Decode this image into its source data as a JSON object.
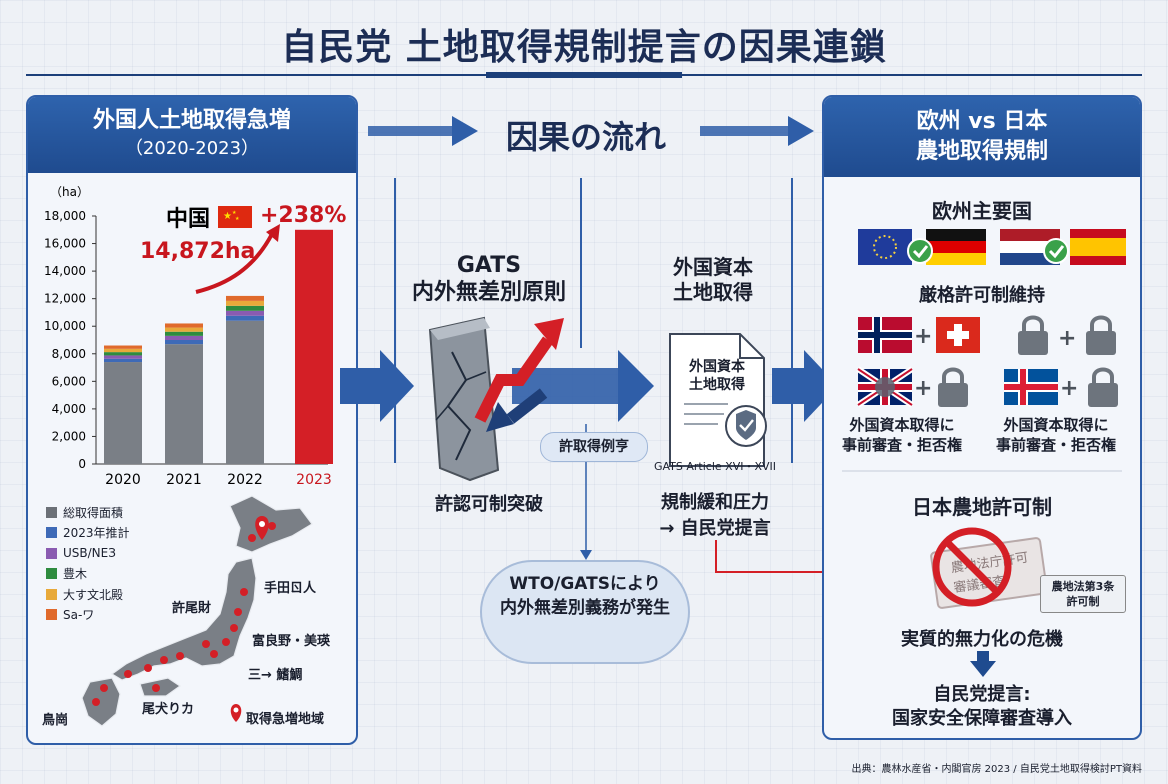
{
  "title": "自民党 土地取得規制提言の因果連鎖",
  "left_panel": {
    "title": "外国人土地取得急増",
    "subtitle": "（2020-2023）",
    "unit": "（ha）",
    "china_label": "中国",
    "china_value": "14,872ha",
    "growth": "+238%",
    "legend": [
      {
        "label": "総取得面積",
        "color": "#6b7077"
      },
      {
        "label": "2023年推計",
        "color": "#3e6ab7"
      },
      {
        "label": "USB/NEЗ",
        "color": "#8a5bb1"
      },
      {
        "label": "豊木",
        "color": "#2e8b3f"
      },
      {
        "label": "大す文北殿",
        "color": "#e8a93a"
      },
      {
        "label": "Sа-ワ",
        "color": "#e06a2c"
      }
    ],
    "map_labels": {
      "north": "手田ㄖ人",
      "left_mid": "許尾財",
      "furano": "富良野・美瑛",
      "niseko": "三→ 鰭鯛",
      "south_mid": "尾犬りカ",
      "southwest": "鳥崗",
      "legend": "取得急増地域"
    }
  },
  "chart_data": {
    "type": "bar",
    "categories": [
      "2020",
      "2021",
      "2022",
      "2023"
    ],
    "series": [
      {
        "name": "総取得面積",
        "values": [
          7400,
          8700,
          10400,
          0
        ]
      },
      {
        "name": "2023年推計",
        "values": [
          0,
          0,
          0,
          17000
        ]
      }
    ],
    "stacked_tops": [
      8600,
      10200,
      12200,
      17000
    ],
    "ylim": [
      0,
      18000
    ],
    "yticks": [
      "0",
      "2,000",
      "4,000",
      "6,000",
      "8,000",
      "10,000",
      "12,000",
      "14,000",
      "16,000",
      "18,000"
    ],
    "highlight_category": "2023"
  },
  "center": {
    "flow_title": "因果の流れ",
    "gats_title": "GATS\n内外無差別原則",
    "breakthrough": "許認可制突破",
    "exception_pill": "許取得例亨",
    "foreign_title": "外国資本\n土地取得",
    "doc_text": "外国資本\n土地取得",
    "gats_article": "GATS Article XVI・XVII",
    "pressure": "規制緩和圧力\n→ 自民党提言",
    "wto_bubble": "WTO/GATSにより\n内外無差別義務が発生"
  },
  "right_panel": {
    "title": "欧州 vs 日本\n農地取得規制",
    "eu_heading": "欧州主要国",
    "eu_caption": "厳格許可制維持",
    "prior_review_1": "外国資本取得に\n事前審査・拒否権",
    "prior_review_2": "外国資本取得に\n事前審査・拒否権",
    "japan_heading": "日本農地許可制",
    "stamp_text": "農地法第3条\n許可制",
    "crisis": "実質的無力化の危機",
    "proposal": "自民党提言:\n国家安全保障審査導入"
  },
  "sources": "出典：農林水産省・内閣官房 2023 / 自民党土地取得検討PT資料"
}
